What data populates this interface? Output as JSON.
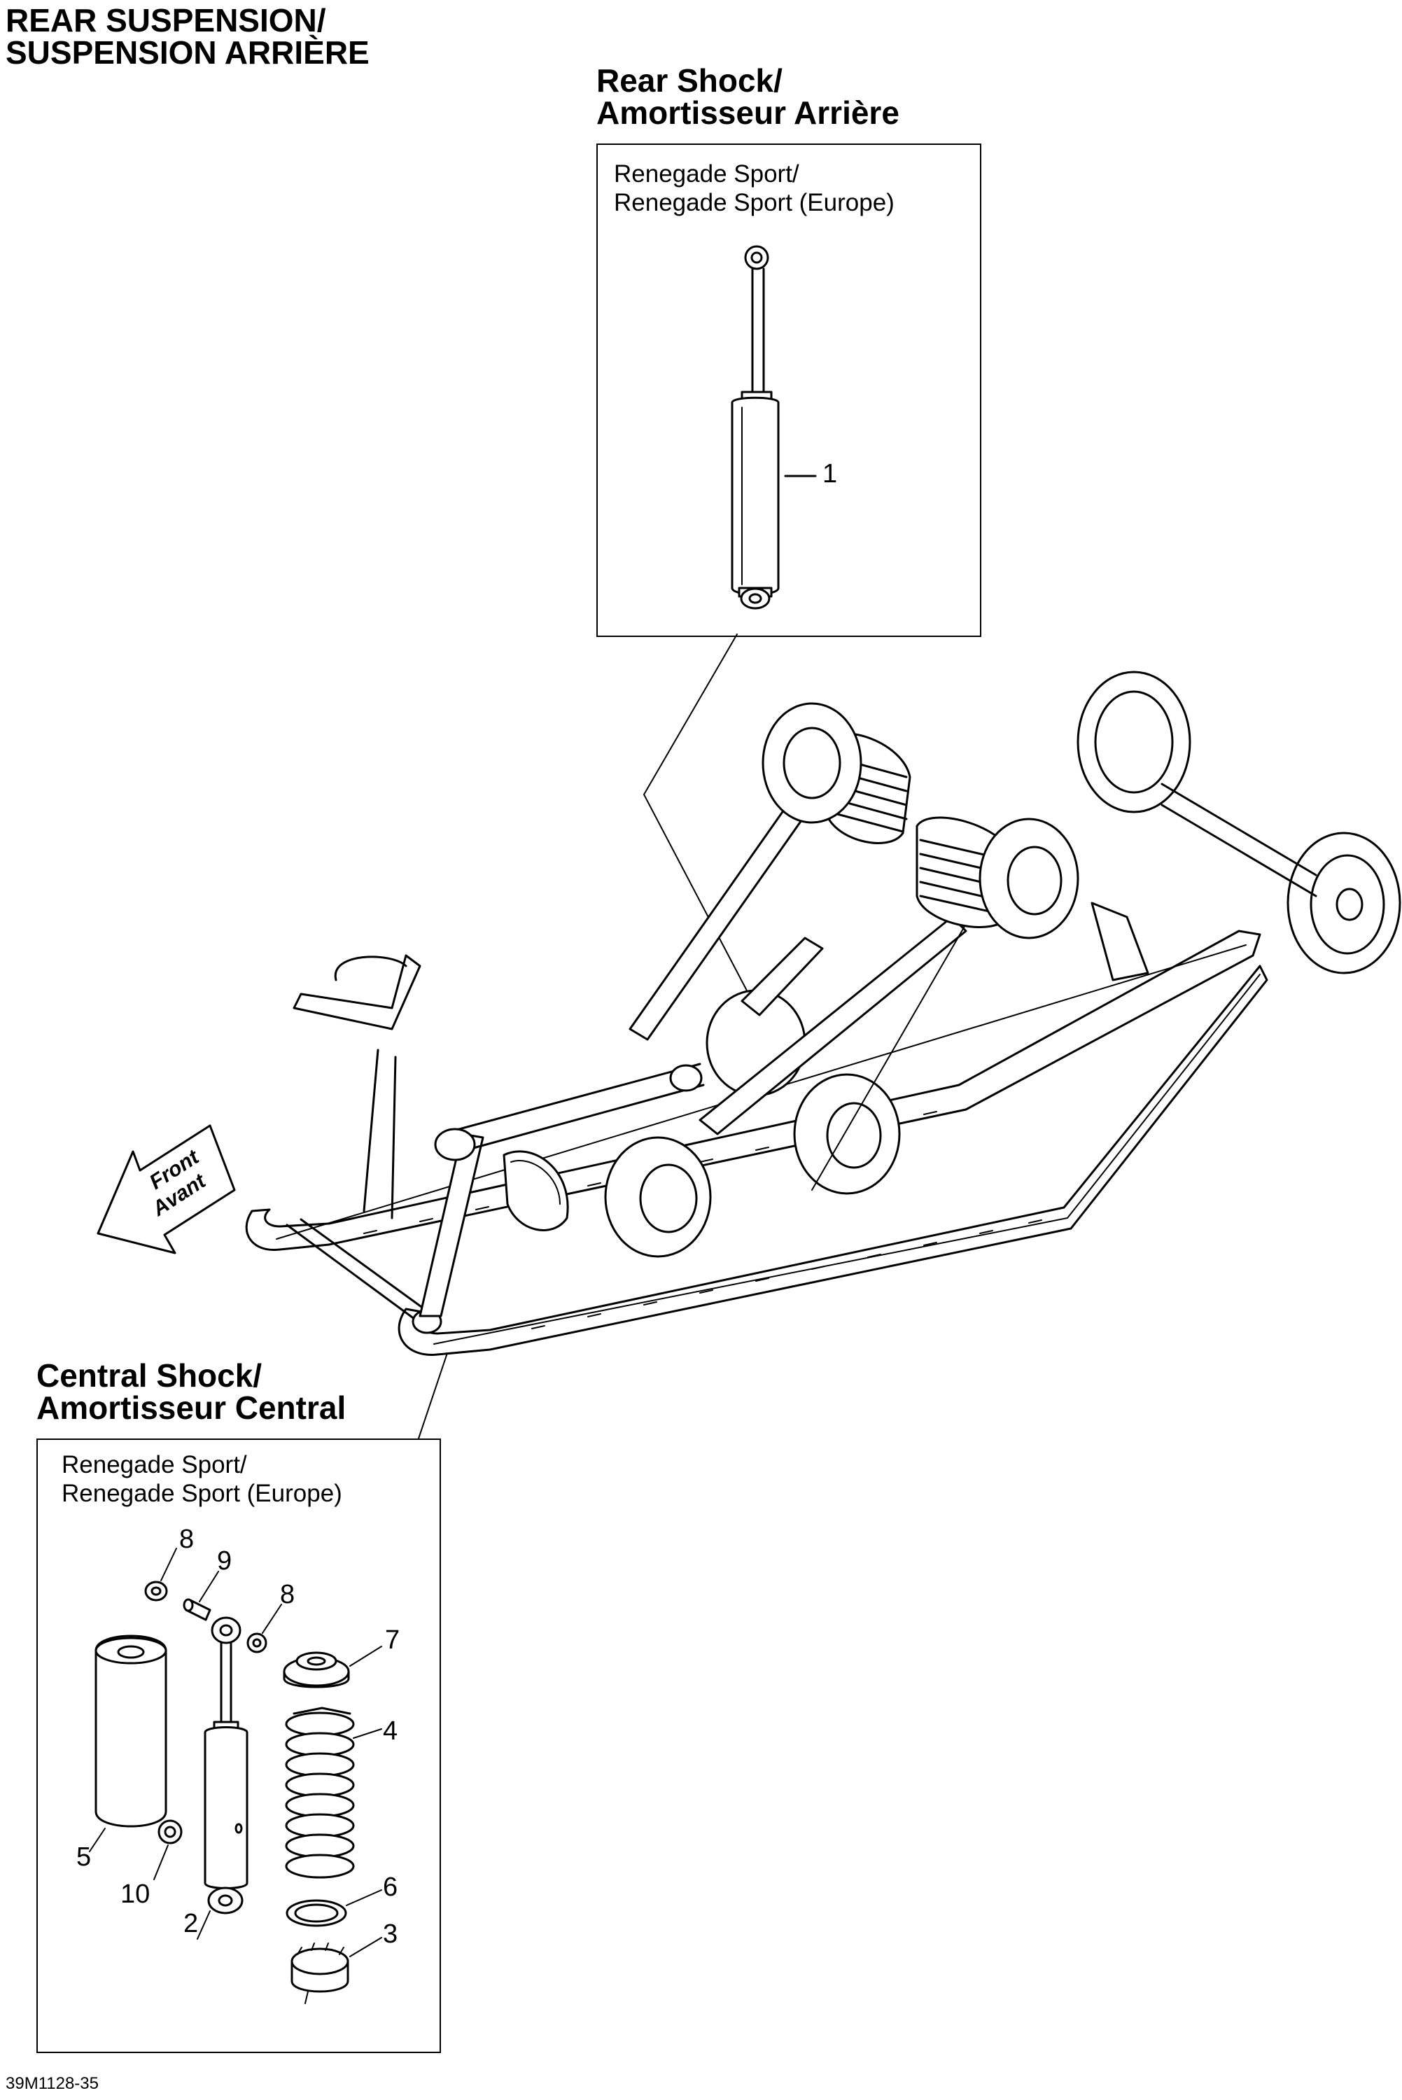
{
  "page_title": {
    "line1": "REAR SUSPENSION/",
    "line2": "SUSPENSION ARRIÈRE"
  },
  "rear_shock": {
    "title_line1": "Rear Shock/",
    "title_line2": "Amortisseur Arrière",
    "variant_line1": "Renegade Sport/",
    "variant_line2": "Renegade Sport (Europe)",
    "callouts": [
      "1"
    ]
  },
  "central_shock": {
    "title_line1": "Central Shock/",
    "title_line2": "Amortisseur Central",
    "variant_line1": "Renegade Sport/",
    "variant_line2": "Renegade Sport (Europe)",
    "callouts": [
      "8",
      "9",
      "8",
      "7",
      "4",
      "5",
      "10",
      "2",
      "6",
      "3"
    ]
  },
  "direction_arrow": {
    "line1": "Front",
    "line2": "Avant"
  },
  "figure_code": "39M1128-35"
}
